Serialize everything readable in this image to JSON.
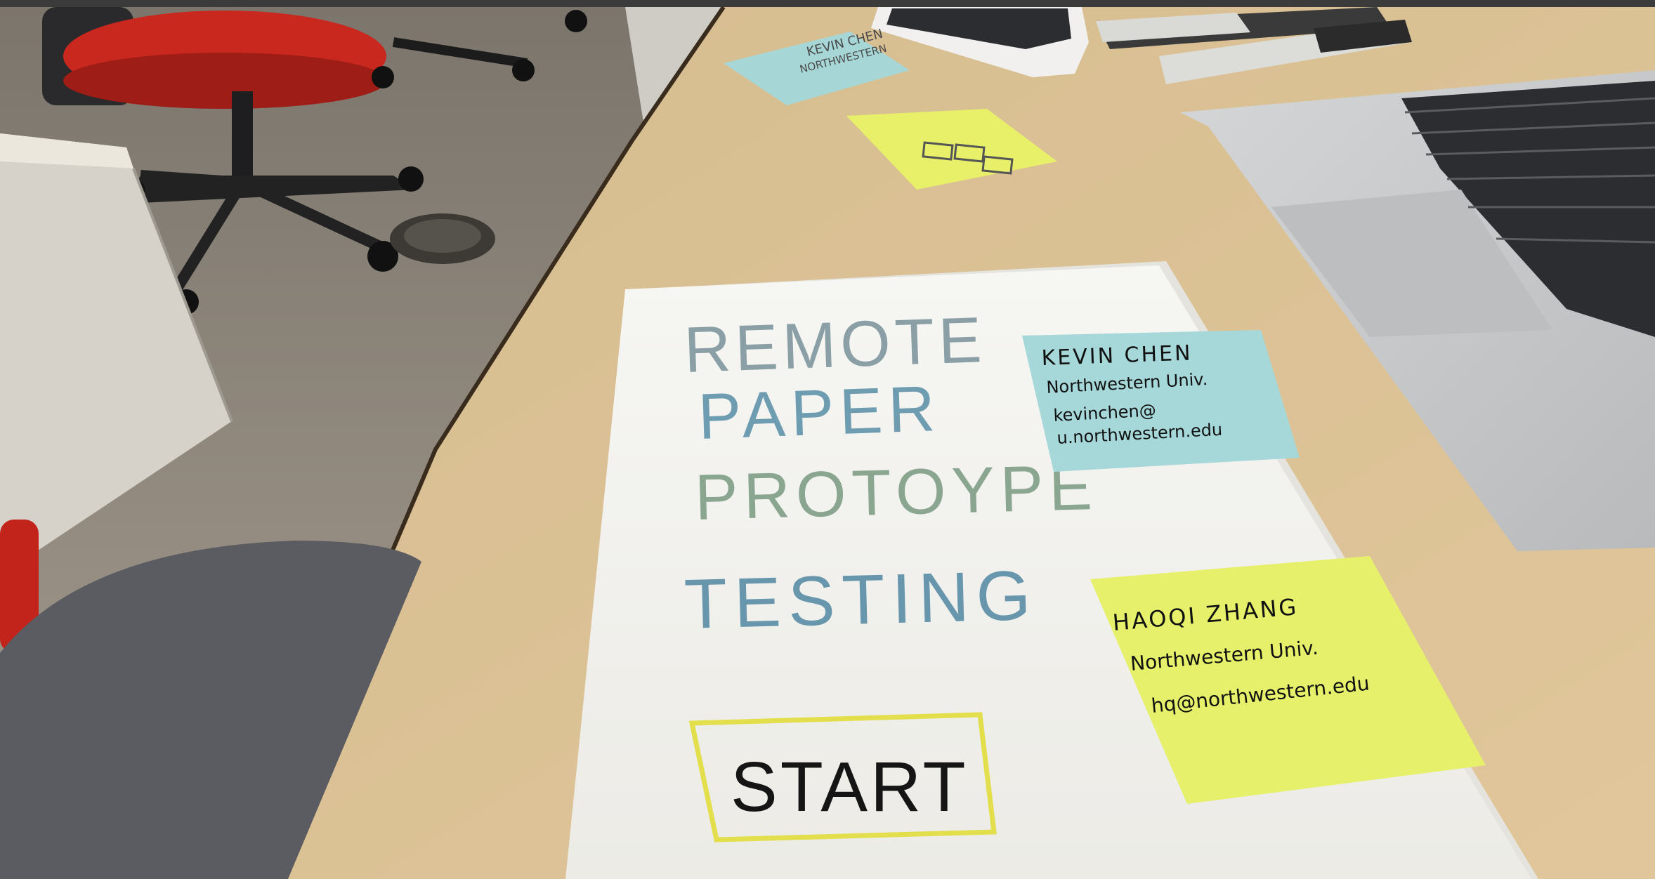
{
  "scene": {
    "title_lines": [
      "REMOTE",
      "PAPER",
      "PROTOYPE",
      "TESTING"
    ],
    "start_label": "START",
    "note_blue_main": {
      "name": "KEVIN CHEN",
      "affiliation": "Northwestern Univ.",
      "email_line1": "kevinchen@",
      "email_line2": "u.northwestern.edu"
    },
    "note_yellow_main": {
      "name": "HAOQI ZHANG",
      "affiliation": "Northwestern Univ.",
      "email": "hq@northwestern.edu"
    },
    "note_blue_small": {
      "name": "KEVIN CHEN",
      "affiliation": "NORTHWESTERN"
    },
    "colors": {
      "floor": "#8d857a",
      "desk": "#d9bf92",
      "paper": "#f4f3ef",
      "sticky_blue": "#a7d8d9",
      "sticky_yellow": "#e6f06a",
      "chair_seat": "#c8281e",
      "laptop": "#c9cbcc",
      "keys": "#2b2d30",
      "title_ink": "#6e9cb0",
      "start_box": "#e3de4c"
    }
  }
}
